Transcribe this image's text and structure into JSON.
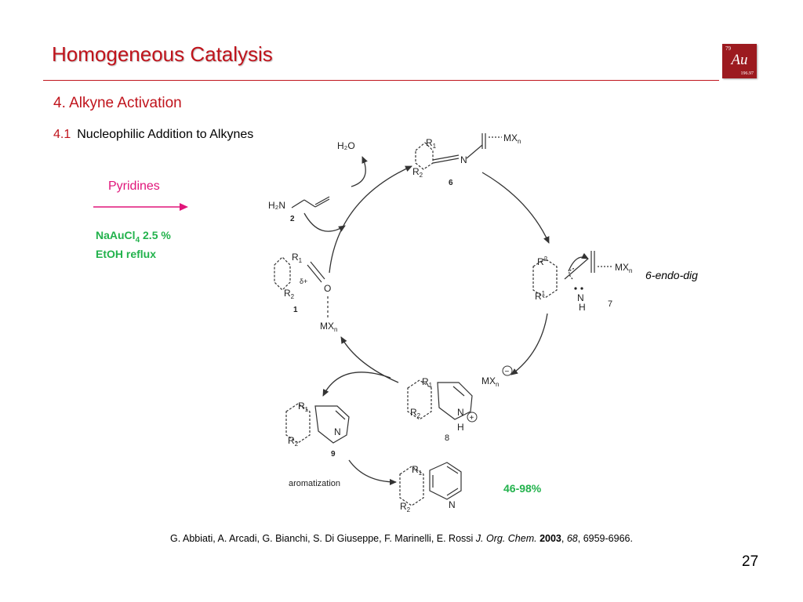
{
  "header": {
    "title": "Homogeneous Catalysis",
    "logo": {
      "number": "79",
      "symbol": "Au",
      "mass": "196.97"
    }
  },
  "section": {
    "title": "4. Alkyne Activation",
    "sub_number": "4.1",
    "sub_title": "Nucleophilic Addition to Alkynes"
  },
  "conditions": {
    "reagent": "Pyridines",
    "catalyst": "NaAuCl",
    "catalyst_sub": "4",
    "catalyst_rest": " 2.5 %",
    "solvent": "EtOH reflux"
  },
  "scheme": {
    "water": "H₂O",
    "amine": "H₂N",
    "amine_no": "2",
    "ketone_no": "1",
    "mx": "MX",
    "mx_sub": "n",
    "delta": "δ+",
    "oxygen": "O",
    "nitrogen": "N",
    "hydrogen": "H",
    "r1": "R",
    "r2": "R",
    "sub1": "1",
    "sub2": "2",
    "sup1": "1",
    "sup2": "2",
    "imine_no": "6",
    "cyclization_no": "7",
    "intermediate_no": "8",
    "dihydro_no": "9",
    "endo_label": "6-endo-dig",
    "aromatization": "aromatization",
    "yield": "46-98%",
    "minus": "−",
    "plus": "+"
  },
  "reference": {
    "authors": "G. Abbiati, A. Arcadi, G. Bianchi, S. Di Giuseppe, F. Marinelli, E. Rossi",
    "journal": "J. Org. Chem.",
    "year": "2003",
    "volume": "68",
    "pages": ", 6959-6966."
  },
  "page_number": "27"
}
